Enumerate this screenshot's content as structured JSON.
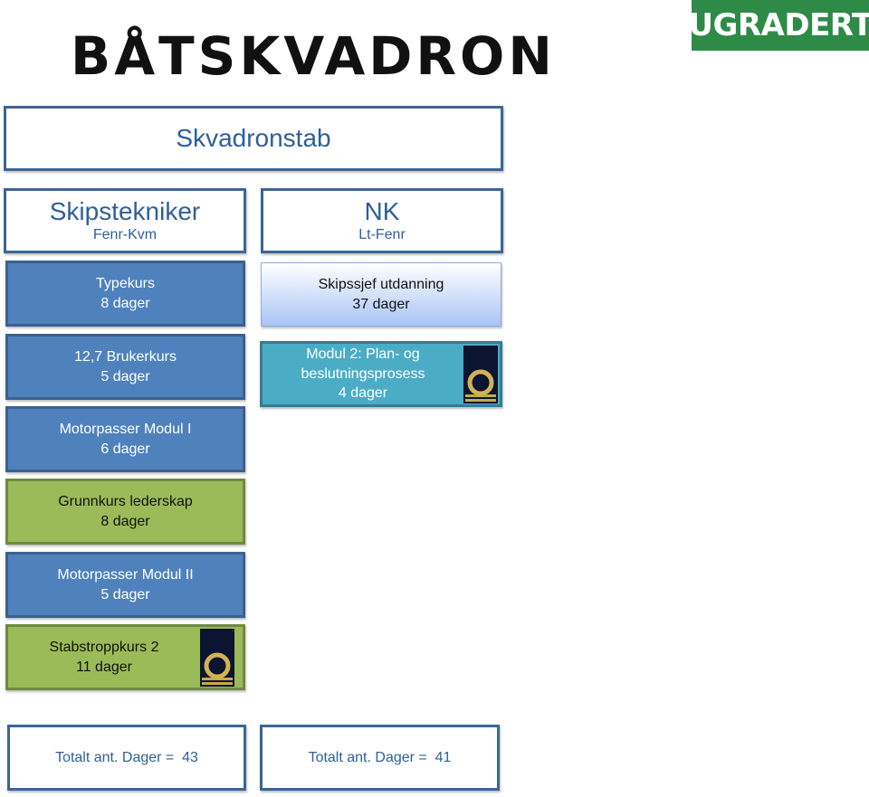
{
  "logo": {
    "text": "BÅTSKVADRON"
  },
  "classification": "UGRADERT",
  "top": {
    "title": "Skvadronstab"
  },
  "columns": {
    "left": {
      "title": "Skipstekniker",
      "subtitle": "Fenr-Kvm",
      "courses": [
        {
          "name": "Typekurs",
          "duration": "8 dager",
          "color": "#4f81bd"
        },
        {
          "name": "12,7 Brukerkurs",
          "duration": "5 dager",
          "color": "#4f81bd"
        },
        {
          "name": "Motorpasser Modul I",
          "duration": "6 dager",
          "color": "#4f81bd"
        },
        {
          "name": "Grunnkurs lederskap",
          "duration": "8 dager",
          "color": "#9bbb59"
        },
        {
          "name": "Motorpasser Modul II",
          "duration": "5 dager",
          "color": "#4f81bd"
        },
        {
          "name": "Stabstroppkurs 2",
          "duration": "11 dager",
          "color": "#9bbb59",
          "insignia": "rank-insignia-icon"
        }
      ],
      "total": "Totalt ant. Dager =  43"
    },
    "right": {
      "title": "NK",
      "subtitle": "Lt-Fenr",
      "courses": [
        {
          "name": "Skipssjef utdanning",
          "duration": "37 dager",
          "color": "#a9c4f5"
        },
        {
          "name_line1": "Modul 2: Plan- og",
          "name_line2": "beslutningsprosess",
          "duration": "4 dager",
          "color": "#4bacc6",
          "insignia": "rank-insignia-icon"
        }
      ],
      "total": "Totalt ant. Dager =  41"
    }
  }
}
